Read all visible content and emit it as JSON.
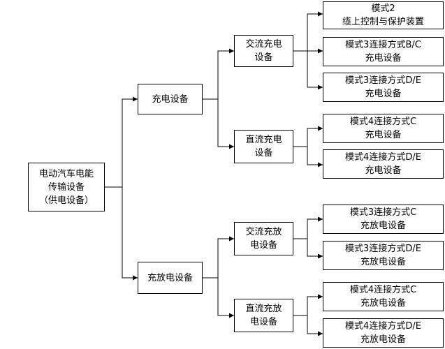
{
  "root": {
    "lines": [
      "电动汽车电能",
      "传输设备",
      "（供电设备）"
    ]
  },
  "charge": {
    "label": "充电设备",
    "ac": {
      "lines": [
        "交流充电",
        "设备"
      ],
      "leaves": [
        {
          "lines": [
            "模式2",
            "缆上控制与保护装置"
          ]
        },
        {
          "lines": [
            "模式3连接方式B/C",
            "充电设备"
          ]
        },
        {
          "lines": [
            "模式3连接方式D/E",
            "充电设备"
          ]
        }
      ]
    },
    "dc": {
      "lines": [
        "直流充电",
        "设备"
      ],
      "leaves": [
        {
          "lines": [
            "模式4连接方式C",
            "充电设备"
          ]
        },
        {
          "lines": [
            "模式4连接方式D/E",
            "充电设备"
          ]
        }
      ]
    }
  },
  "bidir": {
    "label": "充放电设备",
    "ac": {
      "lines": [
        "交流充放",
        "电设备"
      ],
      "leaves": [
        {
          "lines": [
            "模式3连接方式C",
            "充放电设备"
          ]
        },
        {
          "lines": [
            "模式3连接方式D/E",
            "充放电设备"
          ]
        }
      ]
    },
    "dc": {
      "lines": [
        "直流充放",
        "电设备"
      ],
      "leaves": [
        {
          "lines": [
            "模式4连接方式C",
            "充放电设备"
          ]
        },
        {
          "lines": [
            "模式4连接方式D/E",
            "充放电设备"
          ]
        }
      ]
    }
  }
}
